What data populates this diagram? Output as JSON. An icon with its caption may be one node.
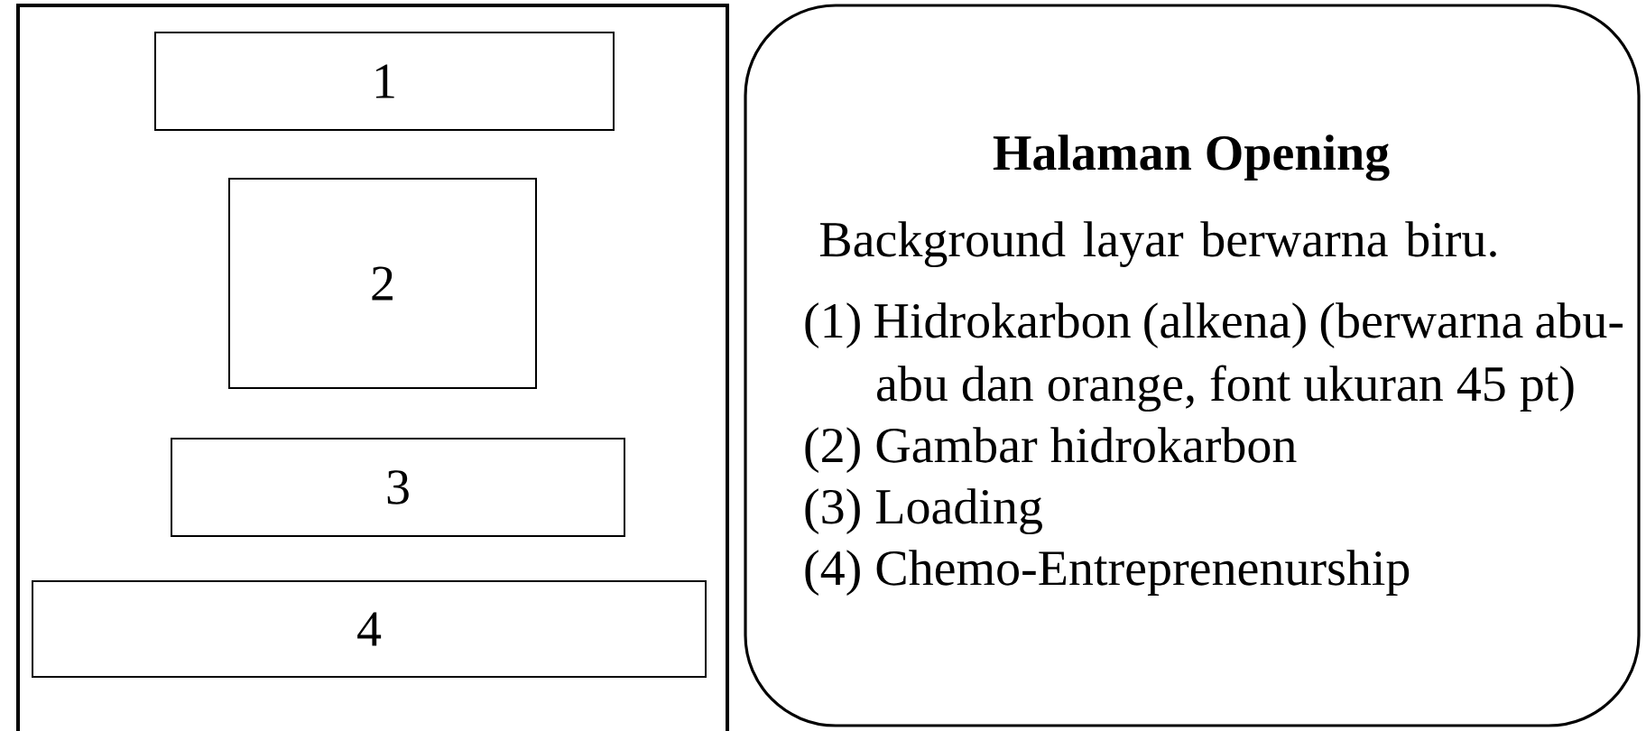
{
  "diagram": {
    "nodes": [
      {
        "text": [],
        "shape": "box"
      },
      {
        "text": [
          "1"
        ],
        "in": 0
      },
      {
        "text": [
          "2"
        ],
        "in": 0
      },
      {
        "text": [
          "3"
        ],
        "in": 0
      },
      {
        "text": [
          "4"
        ],
        "in": 0
      },
      {
        "text": [
          "Halaman Opening",
          "Background layar berwarna biru.",
          "(1) Hidrokarbon (alkena) (berwarna abu-abu dan orange, font ukuran 45 pt)",
          "(2) Gambar hidrokarbon",
          "(3) Loading",
          "(4) Chemo-Entreprenenurship"
        ]
      }
    ]
  }
}
